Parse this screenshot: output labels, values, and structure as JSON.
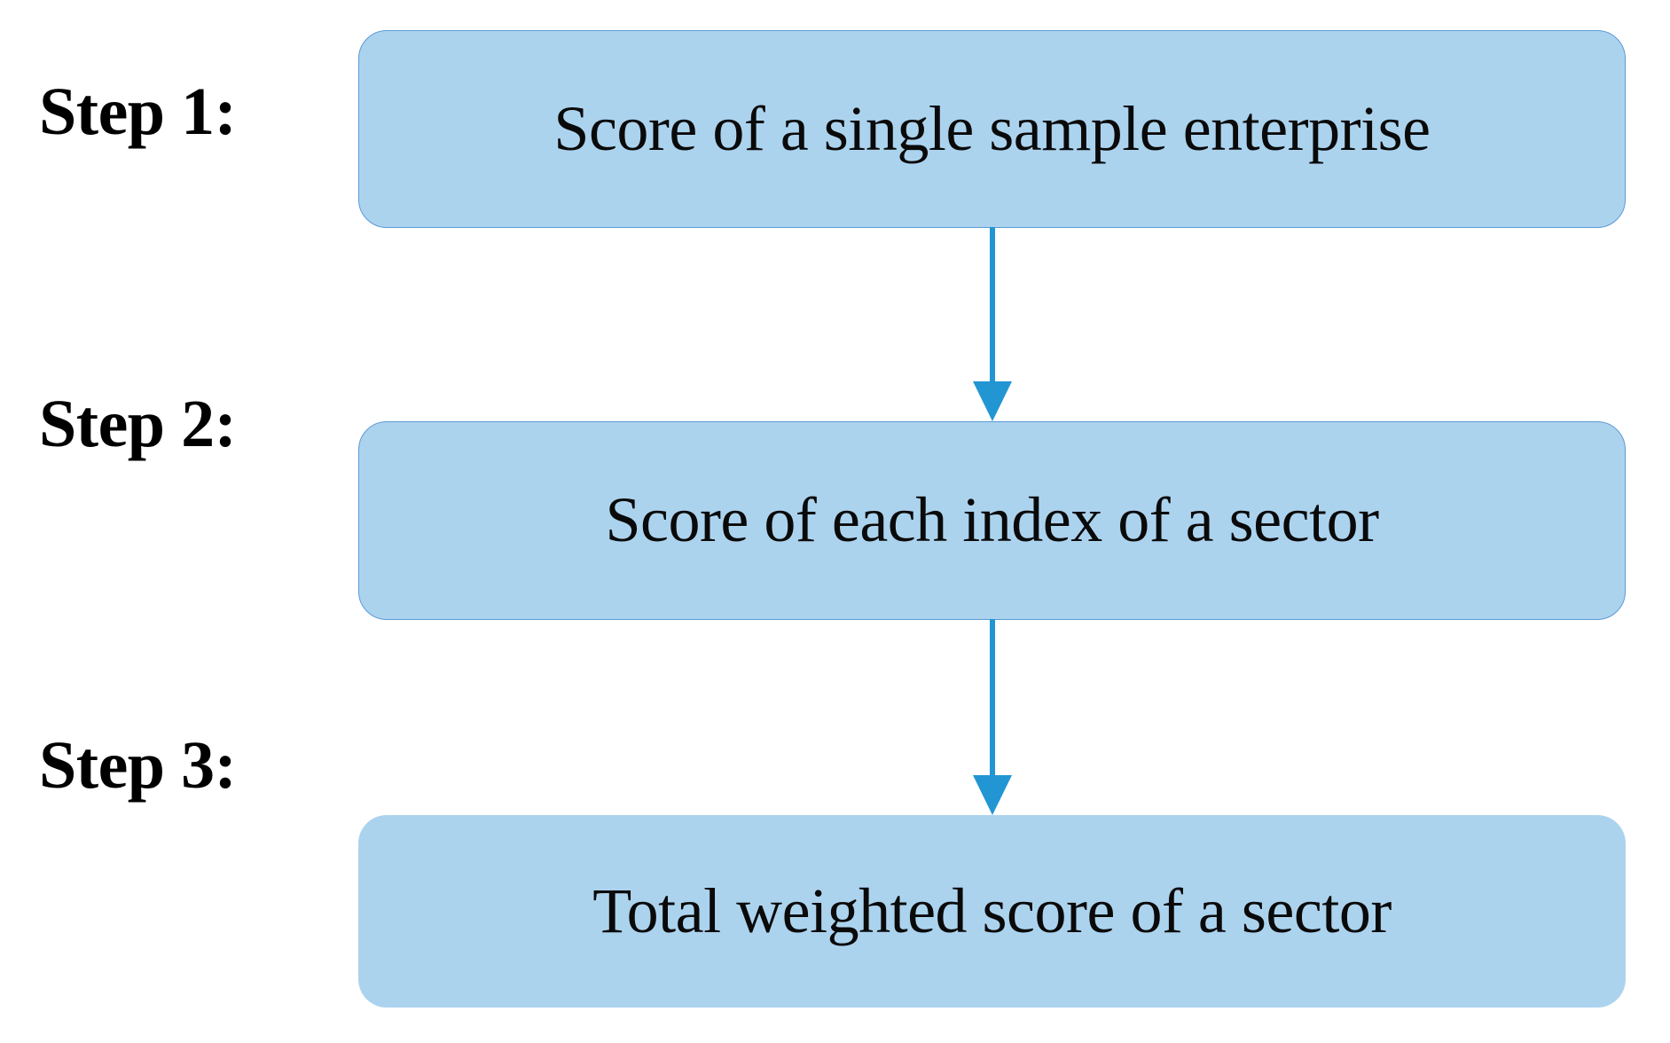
{
  "diagram": {
    "title": "Three-step sector scoring flowchart",
    "orientation": "vertical-top-to-bottom",
    "colors": {
      "box_fill": "#ACD3EE",
      "box_border": "#5B9BD5",
      "arrow": "#2196D3",
      "text": "#000000",
      "background": "#FFFFFF"
    },
    "steps": [
      {
        "label": "Step 1:",
        "box_text": "Score of a single sample enterprise",
        "has_border": true
      },
      {
        "label": "Step 2:",
        "box_text": "Score of each index of a sector",
        "has_border": true
      },
      {
        "label": "Step 3:",
        "box_text": "Total weighted score of a sector",
        "has_border": false
      }
    ],
    "connectors": [
      {
        "from": "Step 1:",
        "to": "Step 2:",
        "direction": "down"
      },
      {
        "from": "Step 2:",
        "to": "Step 3:",
        "direction": "down"
      }
    ]
  }
}
